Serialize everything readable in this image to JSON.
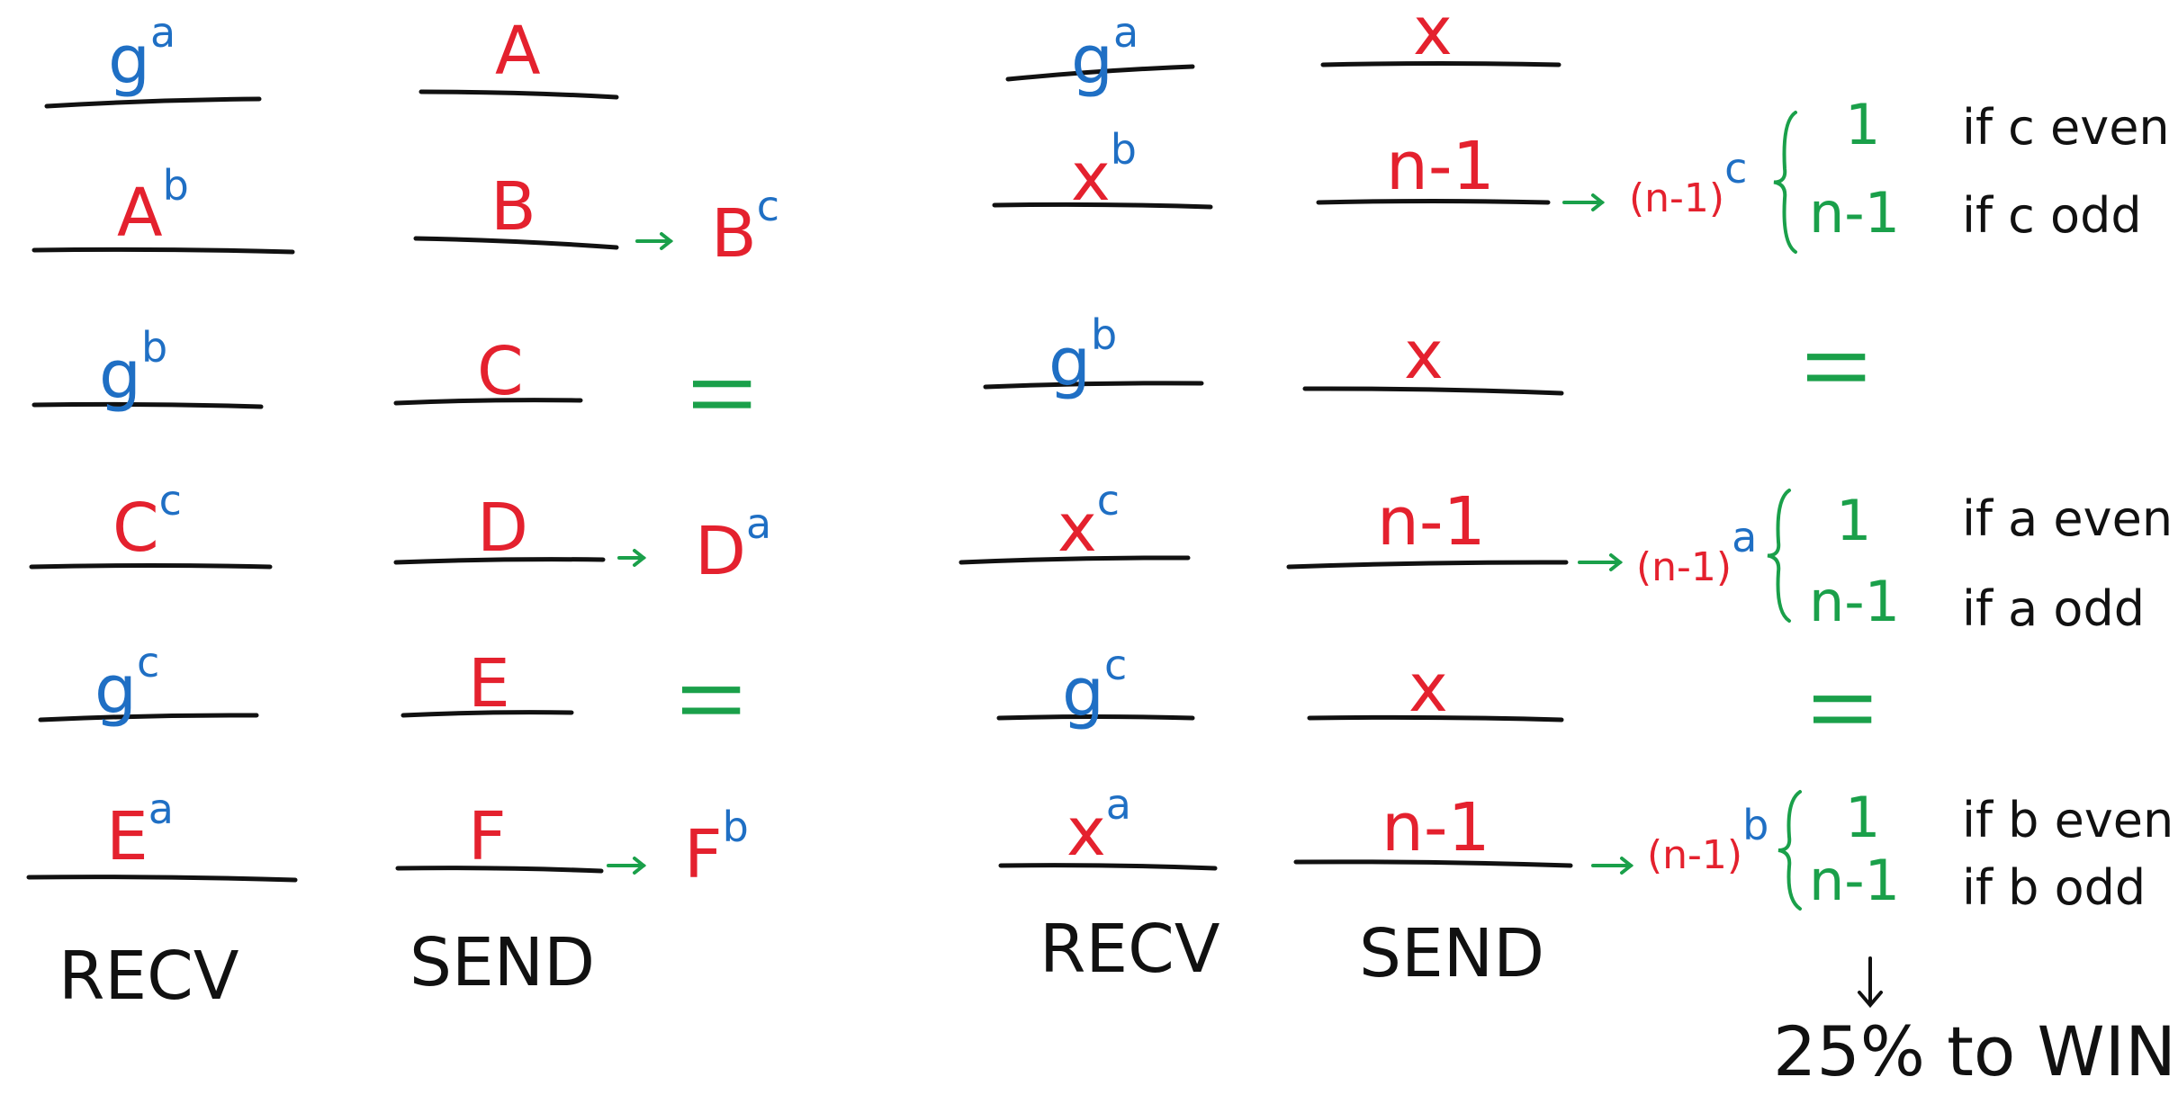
{
  "colors": {
    "red": "#e4212e",
    "blue": "#1f6fc4",
    "green": "#1aa04a",
    "black": "#111111"
  },
  "left": {
    "recv": [
      {
        "base": "g",
        "sup": "a"
      },
      {
        "base": "A",
        "sup": "b"
      },
      {
        "base": "g",
        "sup": "b"
      },
      {
        "base": "C",
        "sup": "c"
      },
      {
        "base": "g",
        "sup": "c"
      },
      {
        "base": "E",
        "sup": "a"
      }
    ],
    "send": [
      "A",
      "B",
      "C",
      "D",
      "E",
      "F"
    ],
    "results": [
      {
        "base": "B",
        "sup": "c"
      },
      {
        "eq": "||"
      },
      {
        "base": "D",
        "sup": "a"
      },
      {
        "eq": "||"
      },
      {
        "base": "F",
        "sup": "b"
      }
    ],
    "recv_label": "RECV",
    "send_label": "SEND"
  },
  "right": {
    "recv": [
      {
        "base": "g",
        "sup": "a"
      },
      {
        "base": "x",
        "sup": "b"
      },
      {
        "base": "g",
        "sup": "b"
      },
      {
        "base": "x",
        "sup": "c"
      },
      {
        "base": "g",
        "sup": "c"
      },
      {
        "base": "x",
        "sup": "a"
      }
    ],
    "send": [
      "x",
      "n-1",
      "x",
      "n-1",
      "x",
      "n-1"
    ],
    "powers": [
      {
        "base": "(n-1)",
        "sup": "c",
        "top_val": "1",
        "top_note": "if c even",
        "bottom_val": "n-1",
        "bottom_note": "if c odd"
      },
      {
        "base": "(n-1)",
        "sup": "a",
        "top_val": "1",
        "top_note": "if a even",
        "bottom_val": "n-1",
        "bottom_note": "if a odd"
      },
      {
        "base": "(n-1)",
        "sup": "b",
        "top_val": "1",
        "top_note": "if b even",
        "bottom_val": "n-1",
        "bottom_note": "if b odd"
      }
    ],
    "equals": [
      "||",
      "||"
    ],
    "recv_label": "RECV",
    "send_label": "SEND",
    "conclusion": "25% to WIN!"
  }
}
